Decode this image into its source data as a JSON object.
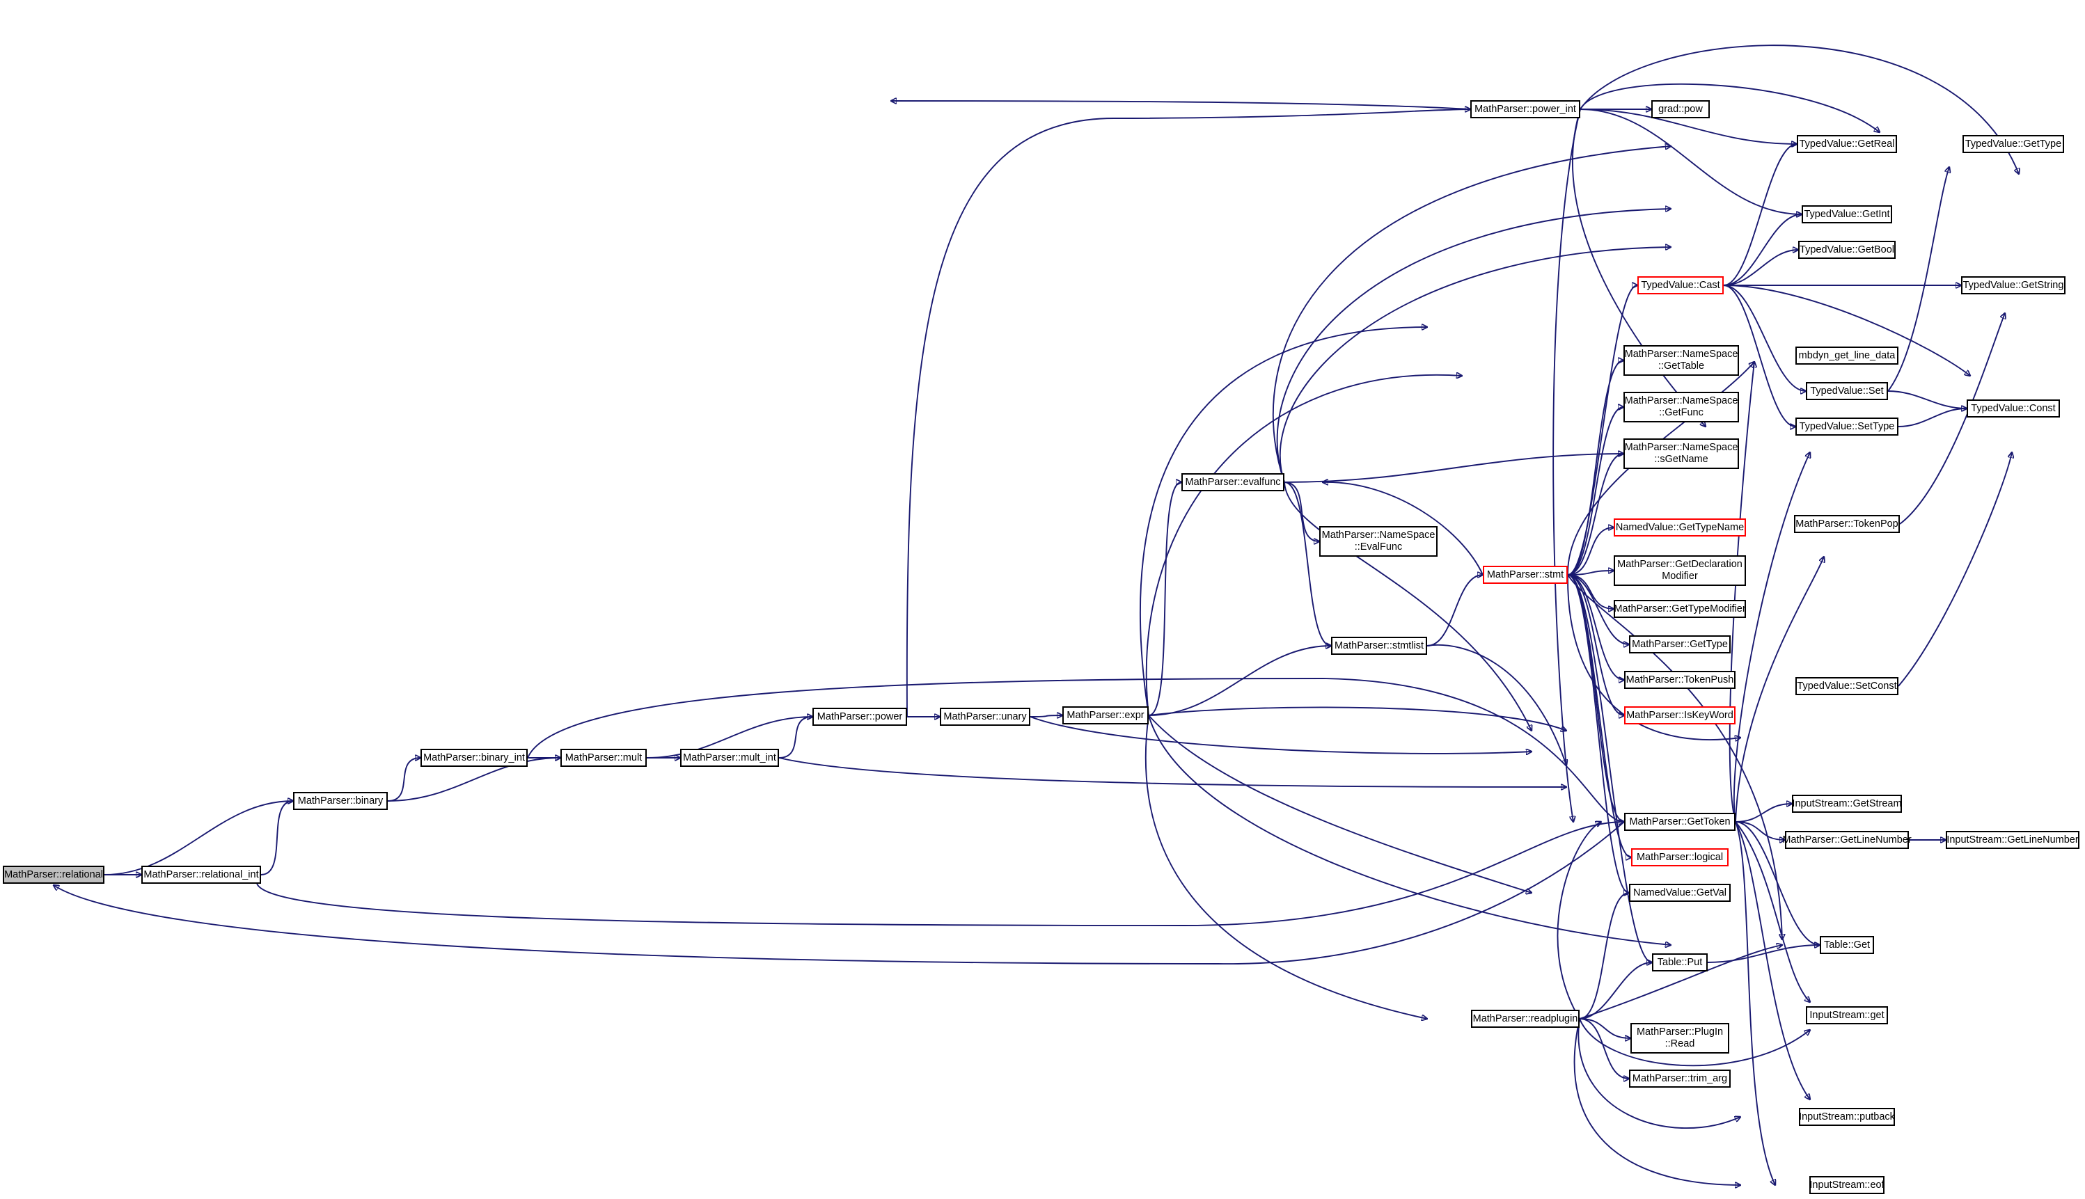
{
  "colors": {
    "edge": "#191970",
    "border": "#000000",
    "truncated_border": "#ff0000",
    "root_fill": "#bfbfbf"
  },
  "nodes": {
    "relational": "MathParser::relational",
    "relational_int": "MathParser::relational_int",
    "binary": "MathParser::binary",
    "binary_int": "MathParser::binary_int",
    "mult": "MathParser::mult",
    "mult_int": "MathParser::mult_int",
    "power": "MathParser::power",
    "unary": "MathParser::unary",
    "expr": "MathParser::expr",
    "evalfunc": "MathParser::evalfunc",
    "ns_evalfunc": "MathParser::NameSpace\n::EvalFunc",
    "stmtlist": "MathParser::stmtlist",
    "power_int": "MathParser::power_int",
    "grad_pow": "grad::pow",
    "stmt": "MathParser::stmt",
    "readplugin": "MathParser::readplugin",
    "tv_cast": "TypedValue::Cast",
    "ns_gettable": "MathParser::NameSpace\n::GetTable",
    "ns_getfunc": "MathParser::NameSpace\n::GetFunc",
    "ns_sgetname": "MathParser::NameSpace\n::sGetName",
    "nv_gettypename": "NamedValue::GetTypeName",
    "getdeclmod": "MathParser::GetDeclaration\nModifier",
    "gettypemod": "MathParser::GetTypeModifier",
    "gettype": "MathParser::GetType",
    "tokenpush": "MathParser::TokenPush",
    "iskeyword": "MathParser::IsKeyWord",
    "gettoken": "MathParser::GetToken",
    "logical": "MathParser::logical",
    "nv_getval": "NamedValue::GetVal",
    "table_put": "Table::Put",
    "plugin_read": "MathParser::PlugIn\n::Read",
    "trim_arg": "MathParser::trim_arg",
    "tv_getreal": "TypedValue::GetReal",
    "tv_getint": "TypedValue::GetInt",
    "tv_getbool": "TypedValue::GetBool",
    "mbdyn_get_line_data": "mbdyn_get_line_data",
    "tv_set": "TypedValue::Set",
    "tv_settype": "TypedValue::SetType",
    "tokenpop": "MathParser::TokenPop",
    "tv_setconst": "TypedValue::SetConst",
    "is_getstream": "InputStream::GetStream",
    "getlinenumber": "MathParser::GetLineNumber",
    "table_get": "Table::Get",
    "is_get": "InputStream::get",
    "is_putback": "InputStream::putback",
    "is_eof": "InputStream::eof",
    "tv_gettype": "TypedValue::GetType",
    "tv_getstring": "TypedValue::GetString",
    "tv_const": "TypedValue::Const",
    "is_getlinenumber": "InputStream::GetLineNumber"
  }
}
